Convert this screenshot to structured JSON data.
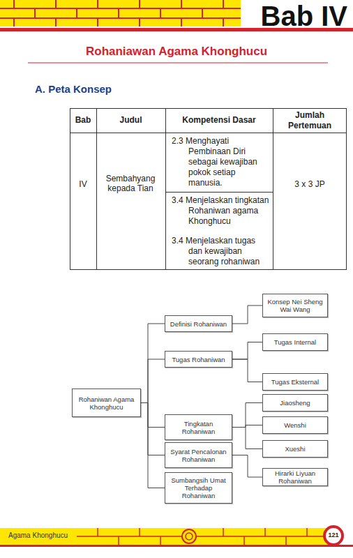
{
  "diagram": {
    "title": "Rohaniawan Agama Khonghucu",
    "nodes": [
      {
        "text": [
          "Rohaniwan Agama Khonghucu"
        ]
      },
      {
        "text": [
          "Definisi Rohaniwan"
        ]
      },
      {
        "text": [
          "Tugas  Rohaniwan"
        ]
      },
      {
        "text": [
          "Tingkatan Rohaniwan"
        ]
      },
      {
        "text": [
          "Syarat Pencalonan Rohaniwan"
        ]
      },
      {
        "text": [
          "Sumbangsih Umat Terhadap Rohaniwan"
        ]
      },
      {
        "text": [
          "Konsep Nei Sheng Wai Wang"
        ]
      },
      {
        "text": [
          "Tugas Internal"
        ]
      },
      {
        "text": [
          "Tugas Eksternal"
        ]
      },
      {
        "text": [
          "Jiaosheng"
        ]
      },
      {
        "text": [
          "Wenshi"
        ]
      },
      {
        "text": [
          "Xueshi"
        ]
      },
      {
        "text": [
          "Hirarki Liyuan Rohaniwan"
        ]
      }
    ],
    "edges": [
      {
        "from": 0,
        "to": 1,
        "arrow": "none"
      },
      {
        "from": 0,
        "to": 2,
        "arrow": "none"
      },
      {
        "from": 0,
        "to": 3,
        "arrow": "none"
      },
      {
        "from": 0,
        "to": 4,
        "arrow": "none"
      },
      {
        "from": 0,
        "to": 5,
        "arrow": "none"
      },
      {
        "from": 1,
        "to": 6,
        "arrow": "none"
      },
      {
        "from": 2,
        "to": 7,
        "arrow": "none"
      },
      {
        "from": 2,
        "to": 8,
        "arrow": "none"
      },
      {
        "from": 3,
        "to": 9,
        "arrow": "none"
      },
      {
        "from": 3,
        "to": 10,
        "arrow": "none"
      },
      {
        "from": 3,
        "to": 11,
        "arrow": "none"
      },
      {
        "from": 4,
        "to": 12,
        "arrow": "none"
      }
    ],
    "labels": [
      "Bab IV",
      "A. Peta Konsep",
      "Bab",
      "Judul",
      "Kompetensi Dasar",
      "Jumlah Pertemuan",
      "IV",
      "Sembahyang kepada Tian",
      "2.3 Menghayati Pembinaan Diri sebagai kewajiban pokok setiap manusia.",
      "3.4 Menjelaskan tingkatan Rohaniwan agama Khonghucu",
      "3.4 Menjelaskan tugas dan kewajiban seorang rohaniwan",
      "3 x 3 JP",
      "Agama Khonghucu",
      "121"
    ]
  }
}
